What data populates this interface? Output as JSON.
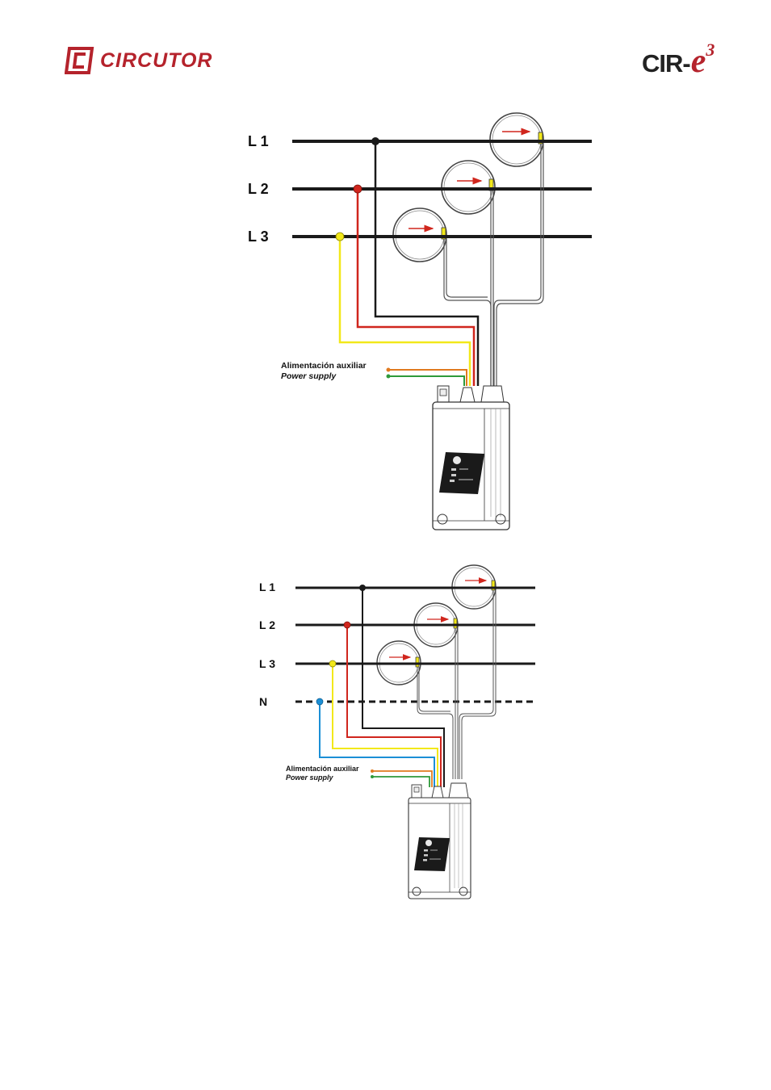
{
  "header": {
    "brand": "CIRCUTOR",
    "product_prefix": "CIR-",
    "product_e": "e",
    "product_sup": "3"
  },
  "diagram1": {
    "lines": [
      "L 1",
      "L 2",
      "L 3"
    ],
    "aux_label": "Alimentación auxiliar",
    "aux_label_en": "Power supply"
  },
  "diagram2": {
    "lines": [
      "L 1",
      "L 2",
      "L 3",
      "N"
    ],
    "aux_label": "Alimentación auxiliar",
    "aux_label_en": "Power supply"
  },
  "colors": {
    "l1": "#1a1a1a",
    "l2": "#d0261d",
    "l3": "#f2e81a",
    "neutral": "#1b8fd6",
    "aux_orange": "#e07a1f",
    "aux_green": "#2e9a3a",
    "arrow": "#d0261d",
    "brand_red": "#b5232c"
  }
}
